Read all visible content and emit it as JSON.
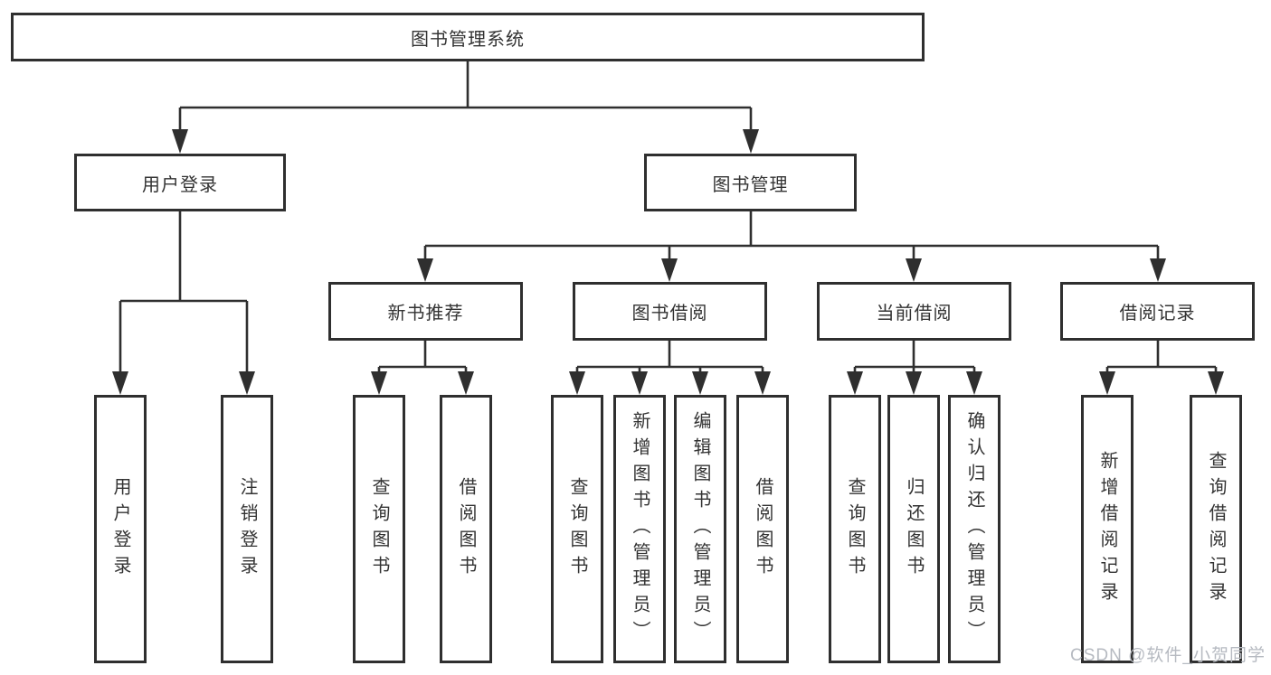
{
  "tree": {
    "root": "图书管理系统",
    "branches": [
      {
        "label": "用户登录",
        "leaves": [
          "用户登录",
          "注销登录"
        ]
      },
      {
        "label": "图书管理",
        "groups": [
          {
            "label": "新书推荐",
            "leaves": [
              "查询图书",
              "借阅图书"
            ]
          },
          {
            "label": "图书借阅",
            "leaves": [
              "查询图书",
              "新增图书（管理员）",
              "编辑图书（管理员）",
              "借阅图书"
            ]
          },
          {
            "label": "当前借阅",
            "leaves": [
              "查询图书",
              "归还图书",
              "确认归还（管理员）"
            ]
          },
          {
            "label": "借阅记录",
            "leaves": [
              "新增借阅记录",
              "查询借阅记录"
            ]
          }
        ]
      }
    ]
  },
  "watermark": "CSDN @软件_小贺同学",
  "colors": {
    "line": "#2f2f2f",
    "text": "#333333",
    "background": "#ffffff",
    "watermark": "#b6bac1"
  }
}
